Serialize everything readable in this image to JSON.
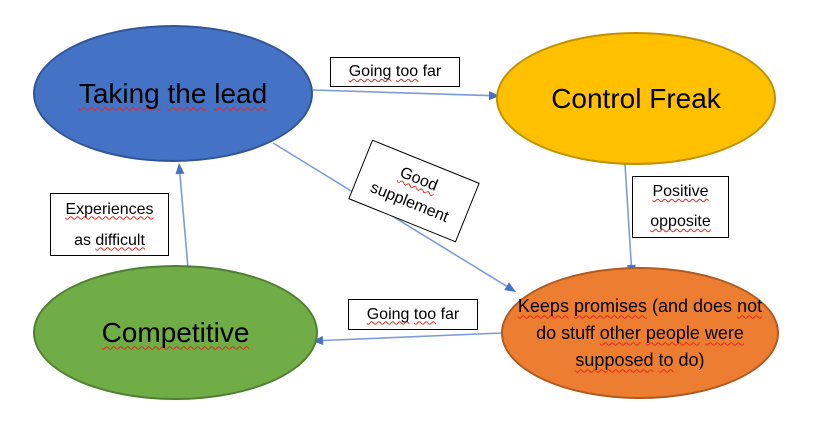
{
  "colors": {
    "arrow_line": "#7C9CD9",
    "arrow_head": "#4472C4",
    "squiggle": "#E02B1F",
    "label_box_bg": "#FFFFFF",
    "label_box_border": "#000000",
    "canvas_bg": "#FFFFFF",
    "text": "#000000"
  },
  "nodes": [
    {
      "id": "taking-the-lead",
      "label": "Taking the lead",
      "fill": "#4472C4",
      "stroke": "#2F5597",
      "parts": [
        {
          "t": "Taking",
          "sq": true
        },
        {
          "t": " ",
          "sq": false
        },
        {
          "t": "the",
          "sq": true
        },
        {
          "t": " ",
          "sq": false
        },
        {
          "t": "lead",
          "sq": true
        }
      ]
    },
    {
      "id": "control-freak",
      "label": "Control Freak",
      "fill": "#FFC000",
      "stroke": "#BF9000",
      "parts": [
        {
          "t": "Control Freak",
          "sq": false
        }
      ]
    },
    {
      "id": "competitive",
      "label": "Competitive",
      "fill": "#70AD47",
      "stroke": "#507E32",
      "parts": [
        {
          "t": "Competitive",
          "sq": true
        }
      ]
    },
    {
      "id": "keeps-promises",
      "label": "Keeps promises (and does not do stuff other people were supposed to do)",
      "fill": "#ED7D31",
      "stroke": "#AE5A21",
      "parts": [
        {
          "t": "Keeps",
          "sq": true
        },
        {
          "t": " ",
          "sq": false
        },
        {
          "t": "promises",
          "sq": true
        },
        {
          "t": " (and does ",
          "sq": false
        },
        {
          "t": "not",
          "sq": true
        },
        {
          "t": " do stuff ",
          "sq": false
        },
        {
          "t": "other",
          "sq": true
        },
        {
          "t": " ",
          "sq": false
        },
        {
          "t": "people",
          "sq": true
        },
        {
          "t": " ",
          "sq": false
        },
        {
          "t": "were",
          "sq": true
        },
        {
          "t": " ",
          "sq": false
        },
        {
          "t": "supposed",
          "sq": true
        },
        {
          "t": " ",
          "sq": false
        },
        {
          "t": "to",
          "sq": true
        },
        {
          "t": " do)",
          "sq": false
        }
      ]
    }
  ],
  "edge_labels": [
    {
      "id": "going-too-far-top",
      "label": "Going too far",
      "parts": [
        {
          "t": "Going",
          "sq": true
        },
        {
          "t": " ",
          "sq": false
        },
        {
          "t": "too",
          "sq": true
        },
        {
          "t": " far",
          "sq": false
        }
      ]
    },
    {
      "id": "good-supplement",
      "label": "Good supplement",
      "parts": [
        {
          "t": "Good",
          "sq": true
        },
        {
          "t": " ",
          "sq": false
        },
        {
          "t": "supplement",
          "sq": false
        }
      ]
    },
    {
      "id": "positive-opposite",
      "label": "Positive opposite",
      "parts": [
        {
          "t": "Positive",
          "sq": true
        },
        {
          "t": " ",
          "sq": false
        },
        {
          "t": "opposite",
          "sq": true
        }
      ]
    },
    {
      "id": "experiences-as-difficult",
      "label": "Experiences as difficult",
      "parts": [
        {
          "t": "Experiences",
          "sq": true
        },
        {
          "t": " as ",
          "sq": false
        },
        {
          "t": "difficult",
          "sq": true
        }
      ]
    },
    {
      "id": "going-too-far-bottom",
      "label": "Going too far",
      "parts": [
        {
          "t": "Going",
          "sq": true
        },
        {
          "t": " ",
          "sq": false
        },
        {
          "t": "too",
          "sq": true
        },
        {
          "t": " far",
          "sq": false
        }
      ]
    }
  ],
  "edges": [
    {
      "from": "taking-the-lead",
      "to": "control-freak",
      "label": "Going too far"
    },
    {
      "from": "taking-the-lead",
      "to": "keeps-promises",
      "label": "Good supplement"
    },
    {
      "from": "control-freak",
      "to": "keeps-promises",
      "label": "Positive opposite"
    },
    {
      "from": "keeps-promises",
      "to": "competitive",
      "label": "Going too far"
    },
    {
      "from": "competitive",
      "to": "taking-the-lead",
      "label": "Experiences as difficult"
    }
  ]
}
